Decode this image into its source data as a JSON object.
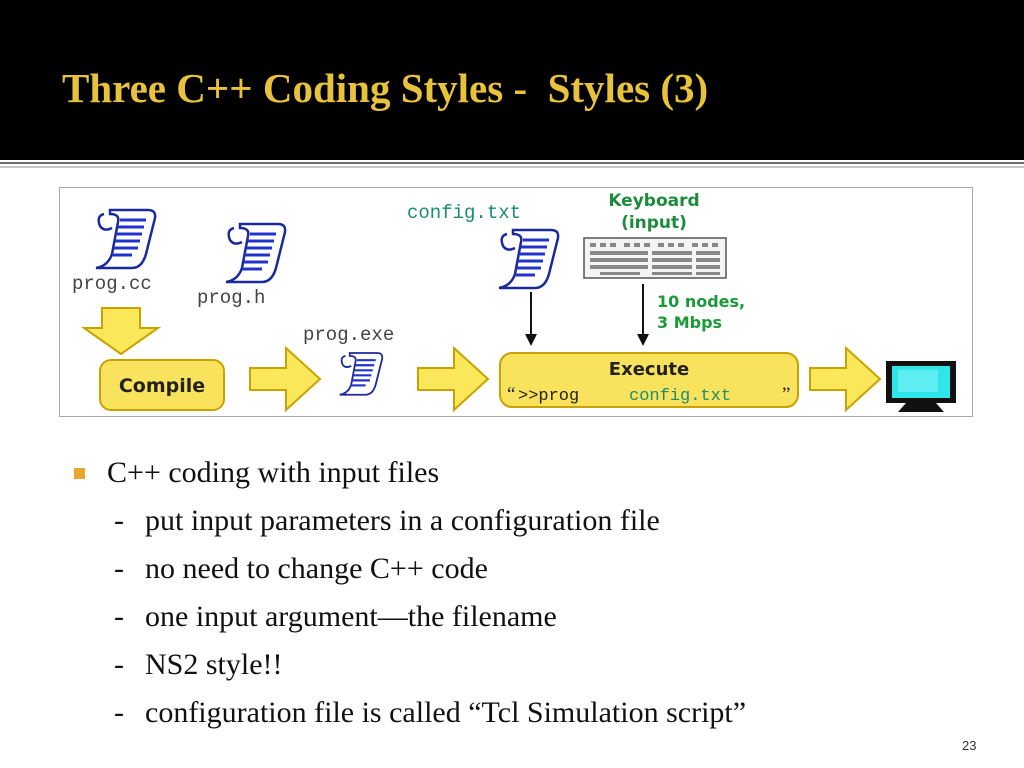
{
  "slide": {
    "title": "Three C++ Coding Styles -  Styles (3)",
    "page_number": "23"
  },
  "diagram": {
    "prog_cc": "prog.cc",
    "prog_h": "prog.h",
    "prog_exe": "prog.exe",
    "config_txt": "config.txt",
    "keyboard": "Keyboard",
    "keyboard_input": "(input)",
    "params_line1": "10 nodes,",
    "params_line2": "3 Mbps",
    "compile_label": "Compile",
    "execute_label": "Execute",
    "command_open_quote": "“",
    "command_prog": ">>prog",
    "command_config": "config.txt",
    "command_close_quote": "”",
    "colors": {
      "box_fill": "#f9e25c",
      "box_border": "#c8a200",
      "arrow_fill": "#fbe85a",
      "code_label": "#444444",
      "config_label": "#1a8c72",
      "keyboard_label": "#1a8c3a",
      "params_label": "#1a9b3a",
      "scroll_ink": "#2233cc"
    },
    "icons": [
      "scroll-icon",
      "keyboard-icon",
      "monitor-icon"
    ]
  },
  "bullets": {
    "main": "C++ coding with input files",
    "sub_items": [
      "put input parameters in a configuration file",
      "no need to change C++ code",
      "one input argument—the filename",
      "NS2 style!!",
      "configuration file is called “Tcl Simulation script”"
    ],
    "dash": "-"
  }
}
